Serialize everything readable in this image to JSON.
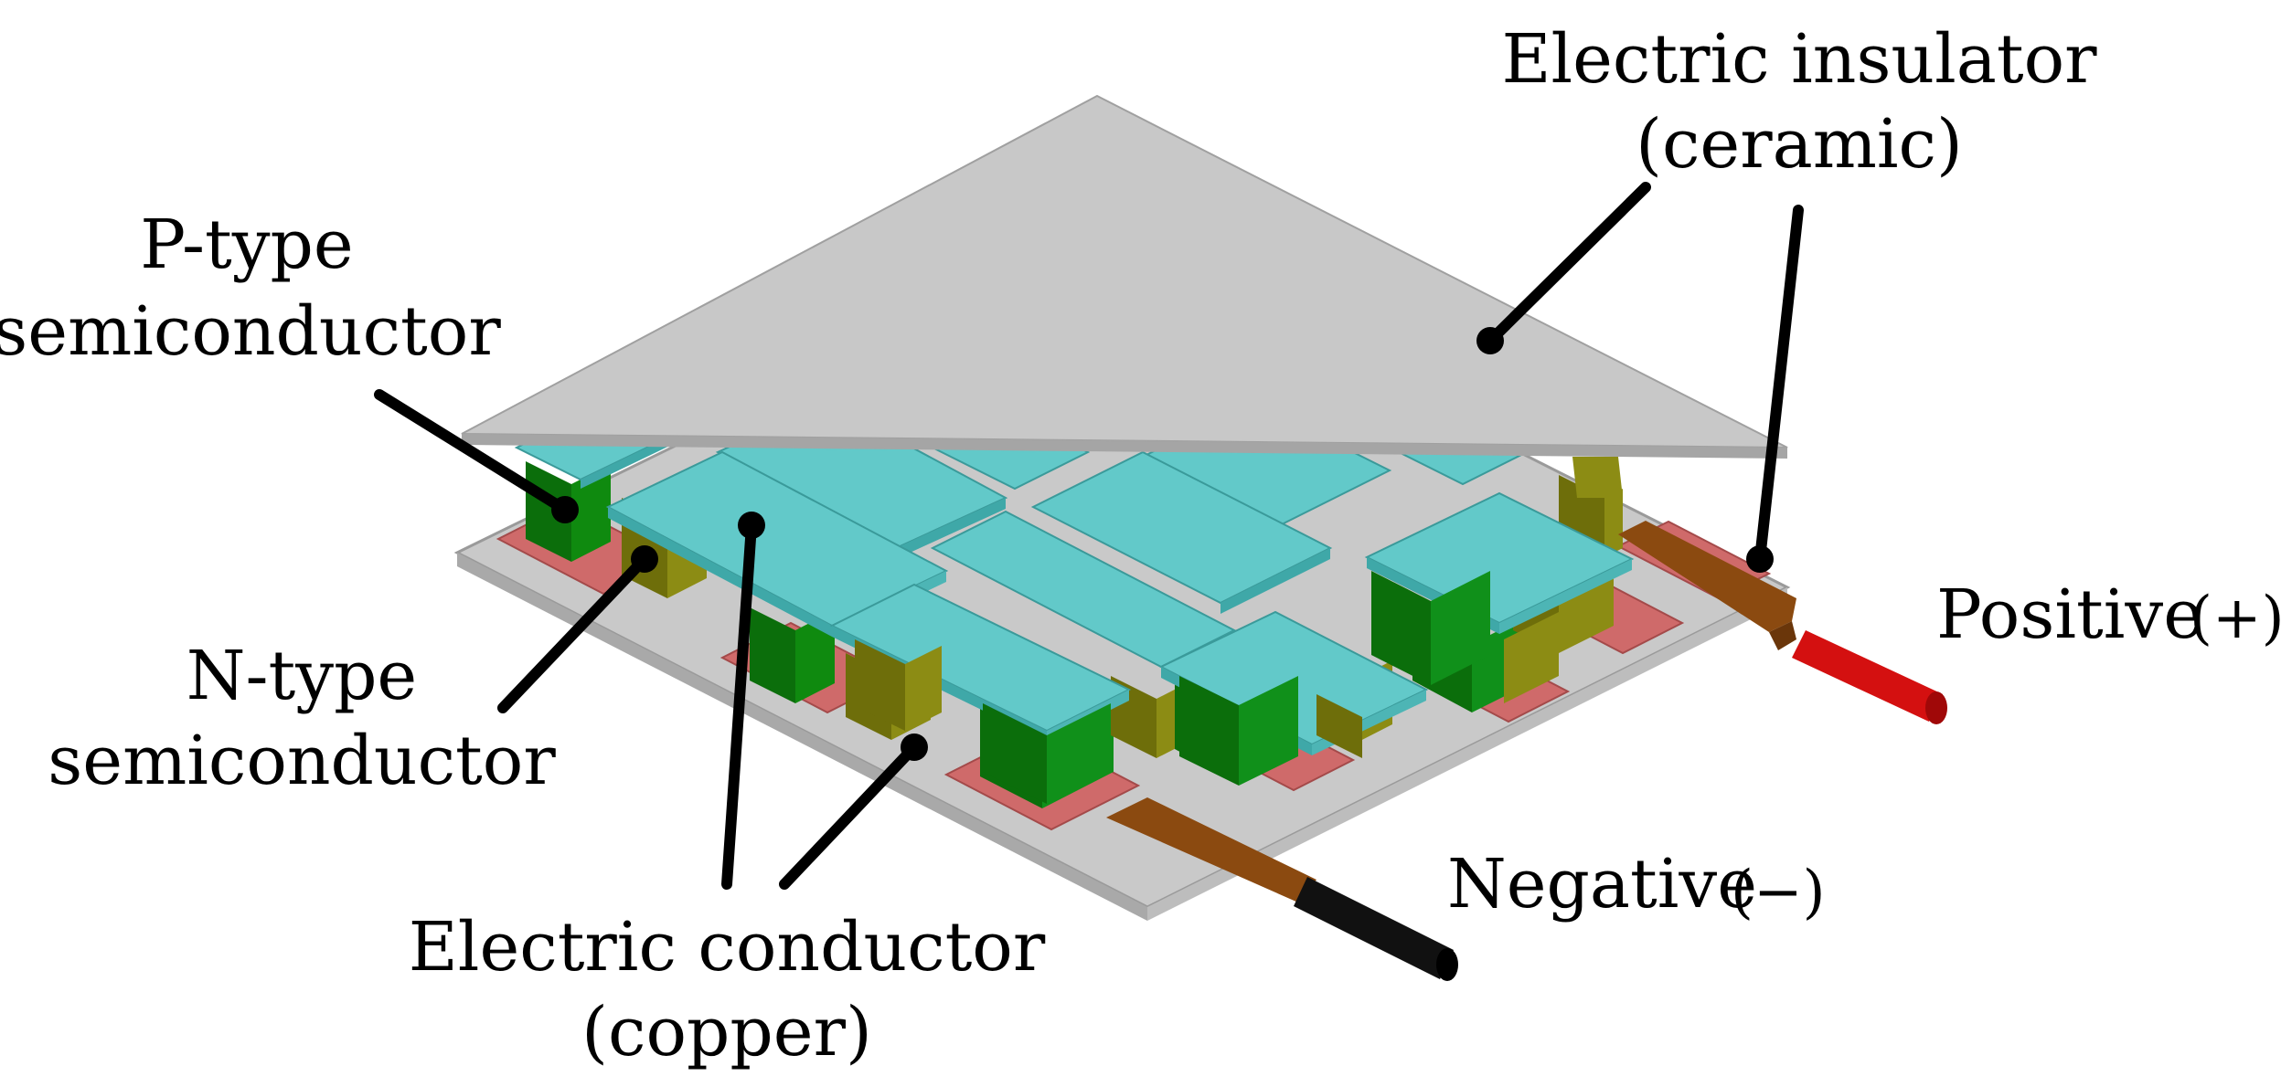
{
  "labels": {
    "insulator_line1": "Electric insulator",
    "insulator_line2": "(ceramic)",
    "p_type_line1": "P-type",
    "p_type_line2": "semiconductor",
    "n_type_line1": "N-type",
    "n_type_line2": "semiconductor",
    "conductor_line1": "Electric conductor",
    "conductor_line2": "(copper)",
    "positive": "Positive",
    "positive_sign": "(+)",
    "negative": "Negative",
    "negative_sign": "(−)"
  },
  "colors": {
    "ceramic": "#c8c8c8",
    "copper_pad": "#cf6a6a",
    "p_type": "#0f7a0f",
    "n_type": "#7a7a0c",
    "conductor_top": "#62c9c9",
    "lead_copper": "#8b4a10",
    "wire_positive": "#d41010",
    "wire_negative": "#111111"
  }
}
